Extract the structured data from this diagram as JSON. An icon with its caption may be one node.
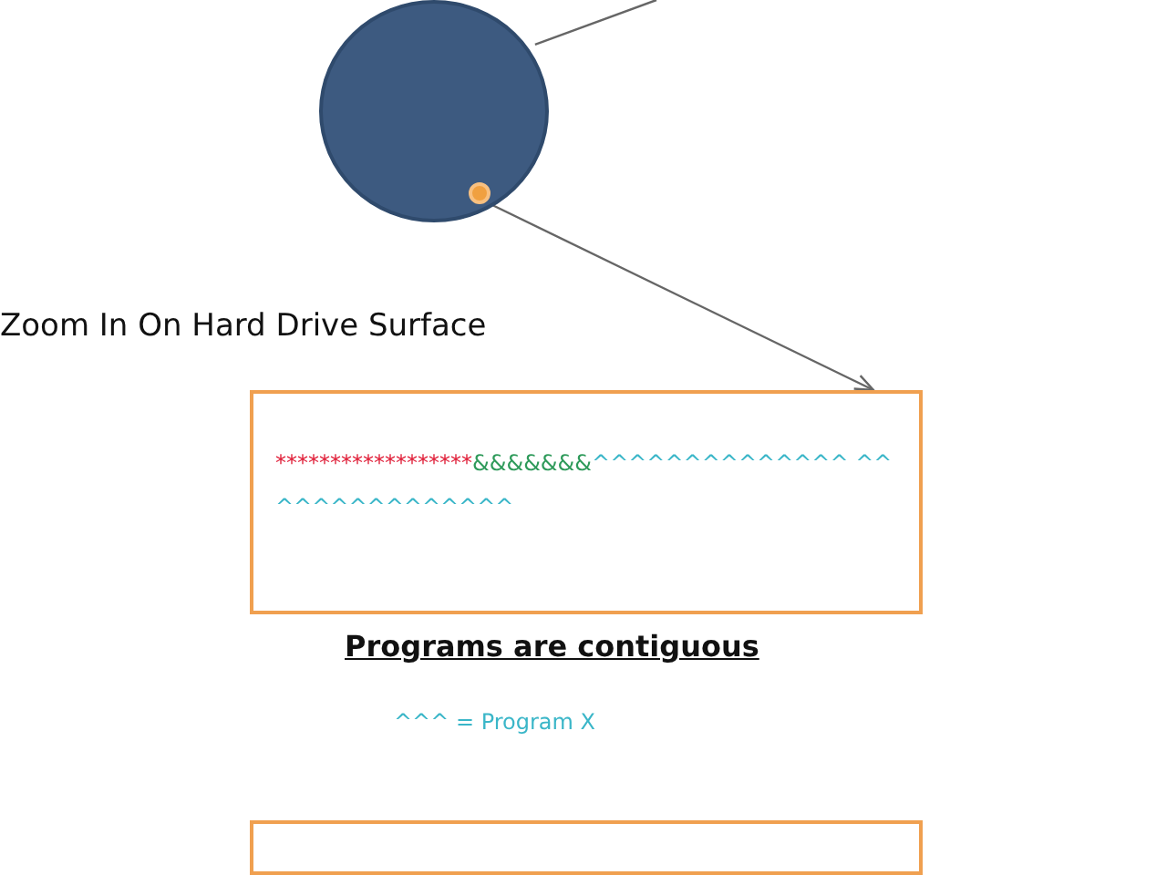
{
  "diagram": {
    "nodes": [
      {
        "text": [],
        "shape": "circle"
      },
      {
        "text": [],
        "shape": "circle",
        "in": 0
      },
      {
        "text": [
          "******************",
          "&&&&&&&",
          "^^^^^^^^^^^^^^ ^^^^^^^^^^^^^^^"
        ],
        "beside": [
          "Programs are contiguous"
        ]
      },
      {
        "text": [],
        "shape": "box"
      }
    ],
    "edges": [
      {
        "from": 0,
        "to": null,
        "arrow": "none"
      },
      {
        "from": 1,
        "to": 2,
        "arrow": "to"
      }
    ],
    "labels": [
      "Zoom In On Hard Drive Surface",
      "^^^ = Program X"
    ]
  }
}
